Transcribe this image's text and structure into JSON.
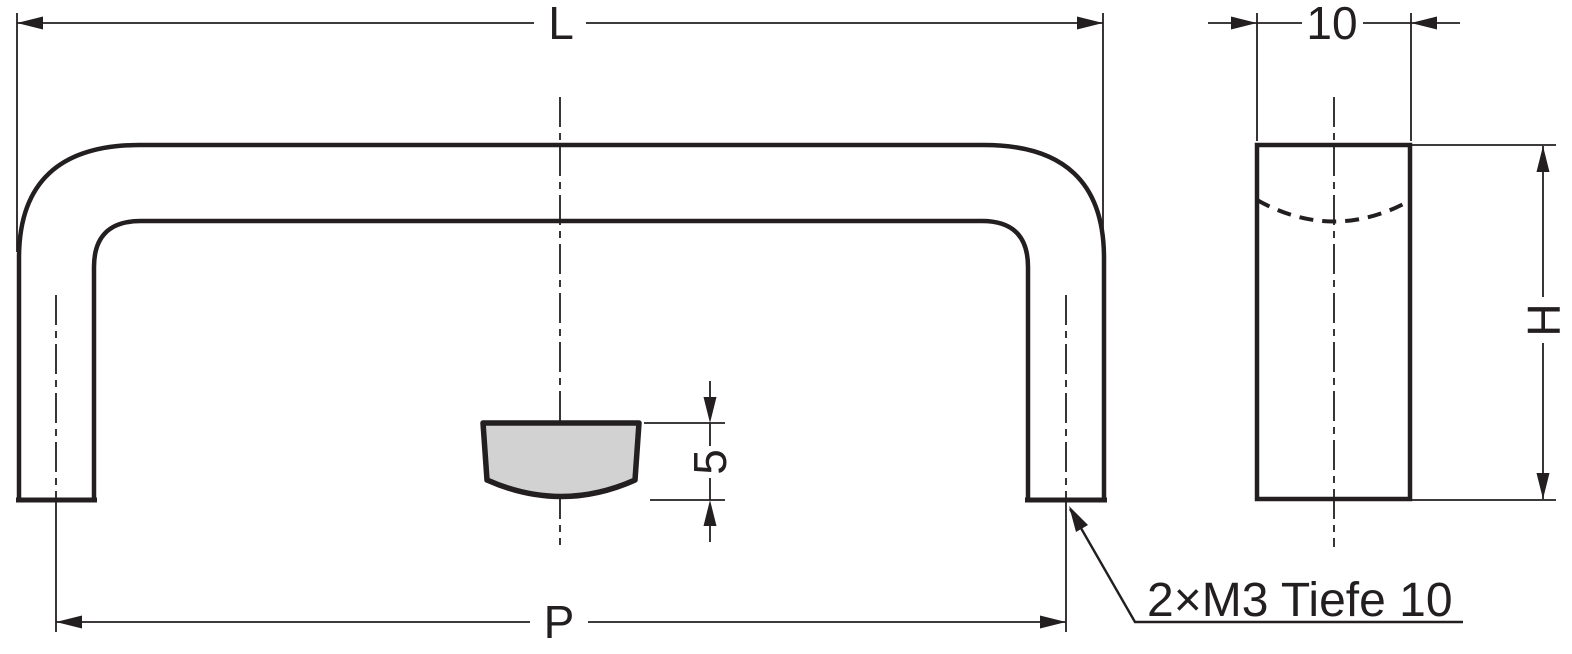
{
  "drawing": {
    "colors": {
      "background": "#ffffff",
      "line": "#231f20",
      "section_fill": "#d2d2d2"
    },
    "labels": {
      "overall_length": "L",
      "hole_pitch": "P",
      "side_width": "10",
      "height": "H",
      "grip_thickness": "5",
      "thread_note": "2×M3 Tiefe 10"
    }
  }
}
